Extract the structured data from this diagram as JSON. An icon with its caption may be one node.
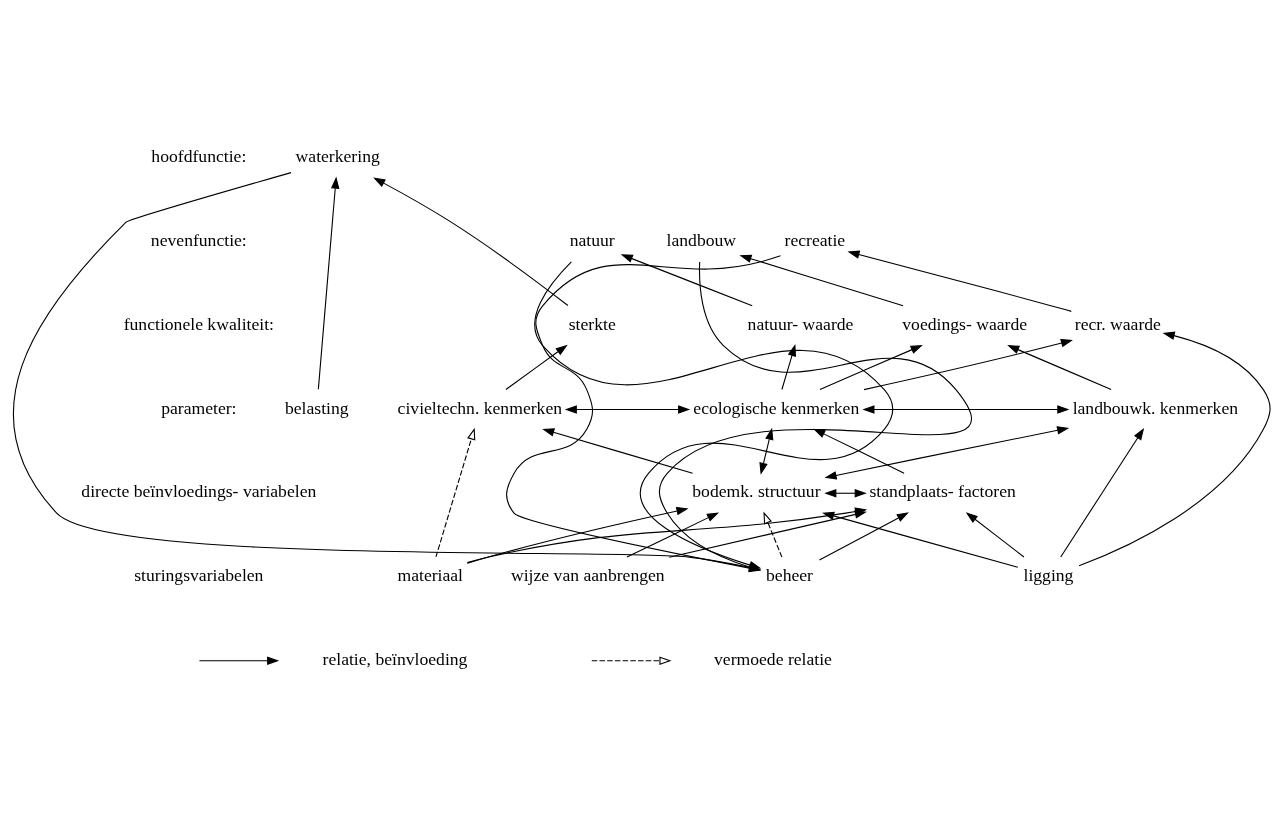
{
  "diagram": {
    "nodes": [
      {
        "text": [
          "waterkering"
        ]
      },
      {
        "text": [
          "recreatie"
        ]
      },
      {
        "text": [
          "natuur"
        ]
      },
      {
        "text": [
          "landbouw"
        ]
      },
      {
        "text": [
          "sterkte"
        ]
      },
      {
        "text": [
          "recr. waarde"
        ]
      },
      {
        "text": [
          "natuur- waarde"
        ]
      },
      {
        "text": [
          "voedings- waarde"
        ]
      },
      {
        "text": [
          "belasting"
        ]
      },
      {
        "text": [
          "civieltechn. kenmerken"
        ]
      },
      {
        "text": [
          "ecologische kenmerken"
        ]
      },
      {
        "text": [
          "landbouwk. kenmerken"
        ]
      },
      {
        "text": [
          "bodemk. structuur"
        ]
      },
      {
        "text": [
          "standplaats- factoren"
        ]
      },
      {
        "text": [
          "wijze van aanbrengen"
        ]
      },
      {
        "text": [
          "materiaal"
        ]
      },
      {
        "text": [
          "ligging"
        ]
      },
      {
        "text": [
          "beheer"
        ]
      }
    ],
    "edges": [
      {
        "from": 8,
        "to": 0,
        "arrow": "to"
      },
      {
        "from": 4,
        "to": 0,
        "arrow": "to"
      },
      {
        "from": 5,
        "to": 1,
        "arrow": "to"
      },
      {
        "from": 6,
        "to": 2,
        "arrow": "to"
      },
      {
        "from": 7,
        "to": 3,
        "arrow": "to"
      },
      {
        "from": 9,
        "to": 4,
        "arrow": "to"
      },
      {
        "from": 10,
        "to": 5,
        "arrow": "to"
      },
      {
        "from": 10,
        "to": 6,
        "arrow": "to"
      },
      {
        "from": 10,
        "to": 7,
        "arrow": "to"
      },
      {
        "from": 11,
        "to": 7,
        "arrow": "to"
      },
      {
        "from": 9,
        "to": 10,
        "arrow": "both"
      },
      {
        "from": 10,
        "to": 11,
        "arrow": "both"
      },
      {
        "from": 12,
        "to": 9,
        "arrow": "to"
      },
      {
        "from": 15,
        "to": 9,
        "arrow": "to",
        "style": "dashed"
      },
      {
        "from": 12,
        "to": 10,
        "arrow": "both"
      },
      {
        "from": 12,
        "to": 11,
        "arrow": "both"
      },
      {
        "from": 12,
        "to": 13,
        "arrow": "both"
      },
      {
        "from": 13,
        "to": 10,
        "arrow": "to"
      },
      {
        "from": 16,
        "to": 5,
        "arrow": "to"
      },
      {
        "from": 14,
        "to": 12,
        "arrow": "to"
      },
      {
        "from": 14,
        "to": 13,
        "arrow": "to"
      },
      {
        "from": 15,
        "to": 12,
        "arrow": "to"
      },
      {
        "from": 15,
        "to": 13,
        "arrow": "to"
      },
      {
        "from": 16,
        "to": 12,
        "arrow": "to"
      },
      {
        "from": 16,
        "to": 13,
        "arrow": "to"
      },
      {
        "from": 16,
        "to": 11,
        "arrow": "to"
      },
      {
        "from": 17,
        "to": 13,
        "arrow": "to"
      },
      {
        "from": 17,
        "to": 12,
        "arrow": "to",
        "style": "dashed"
      },
      {
        "from": 0,
        "to": 17,
        "arrow": "to"
      },
      {
        "from": 1,
        "to": 17,
        "arrow": "to"
      },
      {
        "from": 2,
        "to": 17,
        "arrow": "to"
      },
      {
        "from": 3,
        "to": 17,
        "arrow": "to"
      }
    ],
    "labels": [
      "hoofdfunctie:",
      "nevenfunctie:",
      "functionele kwaliteit:",
      "parameter:",
      "directe beïnvloedings- variabelen",
      "sturingsvariabelen"
    ],
    "legend": [
      {
        "text": "relatie, beïnvloeding"
      },
      {
        "text": "vermoede relatie"
      }
    ]
  }
}
